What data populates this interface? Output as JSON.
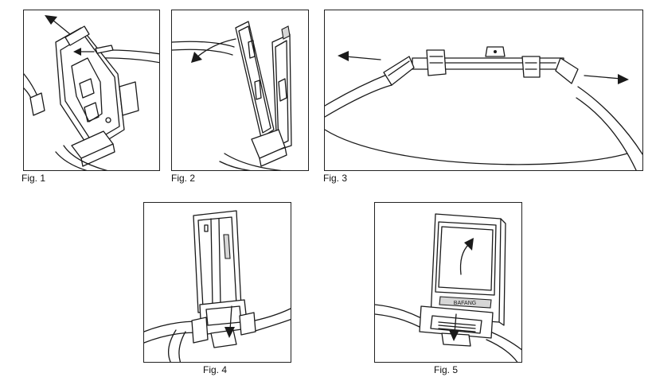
{
  "figures": [
    {
      "caption": "Fig. 1"
    },
    {
      "caption": "Fig. 2"
    },
    {
      "caption": "Fig. 3"
    },
    {
      "caption": "Fig. 4"
    },
    {
      "caption": "Fig. 5"
    }
  ],
  "display_label": "BAFANG"
}
